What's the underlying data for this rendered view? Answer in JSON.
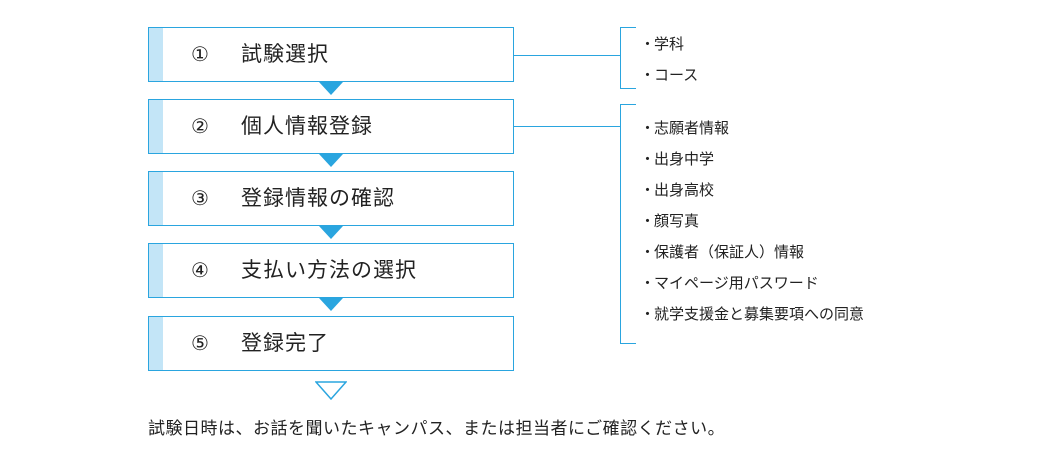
{
  "steps": [
    {
      "number": "①",
      "label": "試験選択"
    },
    {
      "number": "②",
      "label": "個人情報登録"
    },
    {
      "number": "③",
      "label": "登録情報の確認"
    },
    {
      "number": "④",
      "label": "支払い方法の選択"
    },
    {
      "number": "⑤",
      "label": "登録完了"
    }
  ],
  "step1_details": {
    "bullet": "・",
    "items": [
      "学科",
      "コース"
    ]
  },
  "step2_details": {
    "bullet": "・",
    "items": [
      "志願者情報",
      "出身中学",
      "出身高校",
      "顔写真",
      "保護者（保証人）情報",
      "マイページ用パスワード",
      "就学支援金と募集要項への同意"
    ]
  },
  "note": "試験日時は、お話を聞いたキャンパス、または担当者にご確認ください。",
  "colors": {
    "accent": "#2aa5df",
    "bar_fill": "#c3e5f7",
    "text": "#222222"
  }
}
